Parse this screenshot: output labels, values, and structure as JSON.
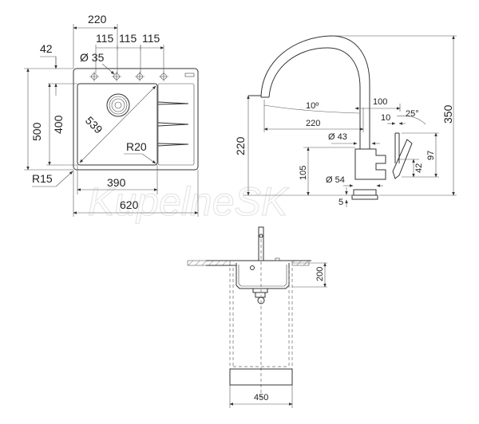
{
  "watermark": "KupelneSK",
  "top_view": {
    "dims": {
      "d220": "220",
      "d115a": "115",
      "d115b": "115",
      "d115c": "115",
      "d42": "42",
      "d35": "Ø 35",
      "d500": "500",
      "d400": "400",
      "d539": "539",
      "r20": "R20",
      "r15": "R15",
      "d390": "390",
      "d620": "620"
    }
  },
  "faucet_view": {
    "dims": {
      "d350": "350",
      "d220v": "220",
      "a10": "10º",
      "d220h": "220",
      "d100": "100",
      "d10": "10",
      "a25": "25°",
      "d43": "Ø 43",
      "d105": "105",
      "d54": "Ø 54",
      "d5": "5",
      "d97": "97",
      "d42": "42"
    }
  },
  "section_view": {
    "dims": {
      "d200": "200",
      "d450": "450"
    }
  }
}
